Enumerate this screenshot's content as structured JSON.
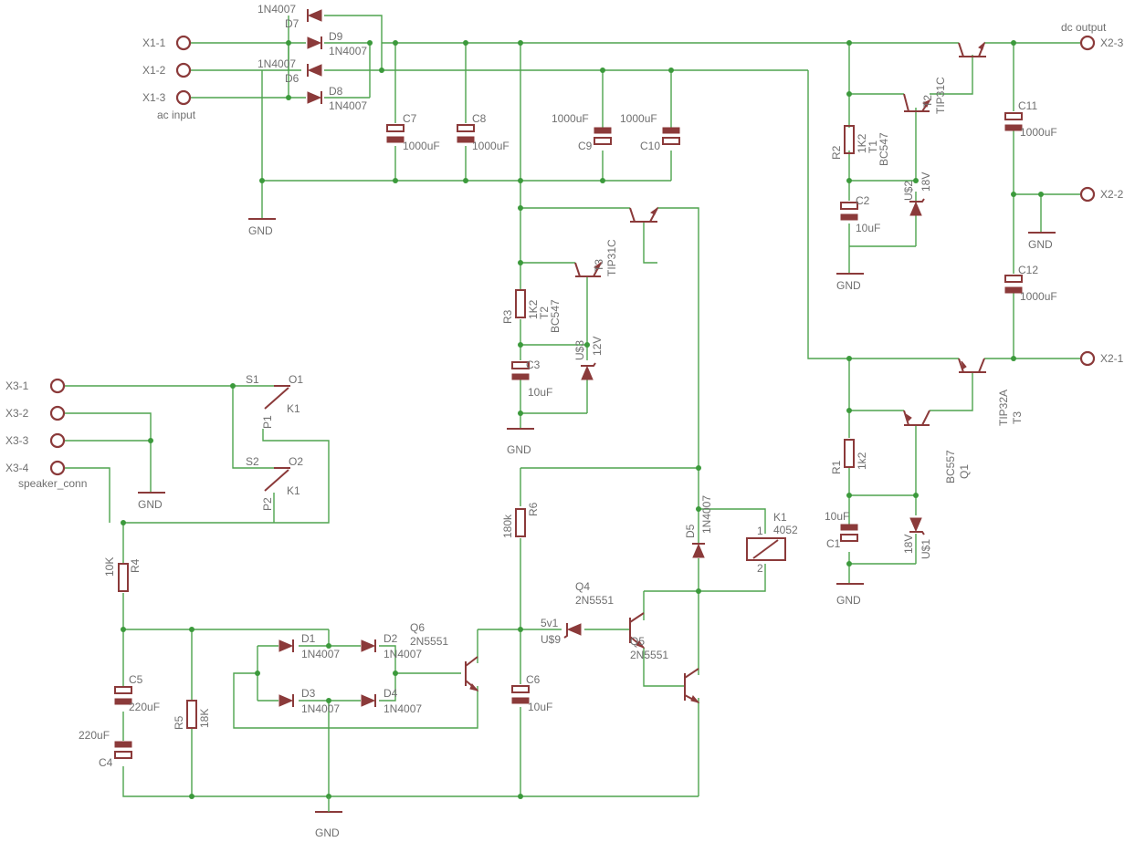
{
  "labels": {
    "x1_1": "X1-1",
    "x1_2": "X1-2",
    "x1_3": "X1-3",
    "ac_input": "ac input",
    "x2_3": "X2-3",
    "x2_2": "X2-2",
    "x2_1": "X2-1",
    "dc_output": "dc output",
    "x3_1": "X3-1",
    "x3_2": "X3-2",
    "x3_3": "X3-3",
    "x3_4": "X3-4",
    "speaker_conn": "speaker_conn",
    "gnd": "GND",
    "d7": "D7",
    "d9": "D9",
    "d6": "D6",
    "d8": "D8",
    "d7_val": "1N4007",
    "d9_val": "1N4007",
    "d6_val": "1N4007",
    "d8_val": "1N4007",
    "c7": "C7",
    "c8": "C8",
    "c9": "C9",
    "c10": "C10",
    "v1000uf": "1000uF",
    "v10uf": "10uF",
    "v220uf": "220uF",
    "r2": "R2",
    "r3": "R3",
    "r1": "R1",
    "r4": "R4",
    "r5": "R5",
    "r6": "R6",
    "v1k2": "1K2",
    "v1k2b": "1k2",
    "v10k": "10K",
    "v18k": "18K",
    "v180k": "180k",
    "t1": "T1",
    "t2": "T2",
    "t3": "T3",
    "t1_nr": "T2",
    "bc547": "BC547",
    "tip31c": "TIP31C",
    "tip32a": "TIP32A",
    "bc557": "BC557",
    "q1": "Q1",
    "c2": "C2",
    "c3": "C3",
    "c1": "C1",
    "c11": "C11",
    "c12": "C12",
    "c5": "C5",
    "c4": "C4",
    "c6": "C6",
    "us2": "U$2",
    "us3": "U$3",
    "us1": "U$1",
    "us9": "U$9",
    "v18v": "18V",
    "v12v": "12V",
    "v5v1": "5v1",
    "s1": "S1",
    "o1": "O1",
    "s2": "S2",
    "o2": "O2",
    "p1": "P1",
    "p2": "P2",
    "k1": "K1",
    "k1b": "K1",
    "k1_relay": "K1",
    "v4052": "4052",
    "pin1": "1",
    "pin2": "2",
    "d1": "D1",
    "d2": "D2",
    "d3": "D3",
    "d4": "D4",
    "d5": "D5",
    "q4": "Q4",
    "q5": "Q5",
    "q6": "Q6",
    "n2n5551": "2N5551"
  }
}
